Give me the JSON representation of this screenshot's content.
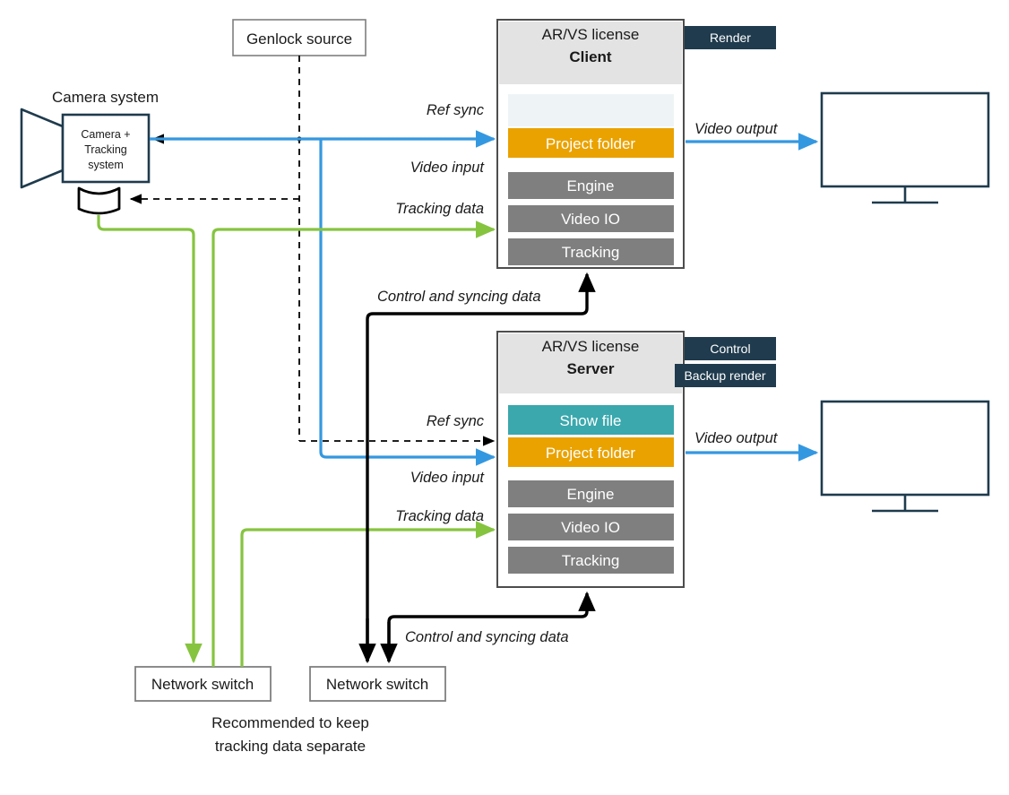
{
  "diagram": {
    "title": "AR/VS license Client-Server video and tracking topology",
    "colors": {
      "navy_badge": "#1f3b4d",
      "orange_project_folder": "#eaa200",
      "teal_show_file": "#3aa8ad",
      "grey_module": "#7f7f7f",
      "header_grey": "#e3e3e3",
      "empty_slot": "#eef4f5",
      "blue_video": "#3498e0",
      "green_tracking": "#86c440",
      "black_control": "#000000",
      "outline_dark": "#1f3b4d",
      "outline_grey": "#7f7f7f"
    }
  },
  "camera_system": {
    "label": "Camera system",
    "body_line1": "Camera +",
    "body_line2": "Tracking",
    "body_line3": "system"
  },
  "genlock": {
    "label": "Genlock source"
  },
  "client": {
    "license_label": "AR/VS license",
    "role_label": "Client",
    "badges": [
      "Render"
    ],
    "rows": [
      {
        "label": "",
        "kind": "empty"
      },
      {
        "label": "Project folder",
        "kind": "orange"
      },
      {
        "label": "Engine",
        "kind": "grey"
      },
      {
        "label": "Video IO",
        "kind": "grey"
      },
      {
        "label": "Tracking",
        "kind": "grey"
      }
    ]
  },
  "server": {
    "license_label": "AR/VS license",
    "role_label": "Server",
    "badges": [
      "Control",
      "Backup render"
    ],
    "rows": [
      {
        "label": "Show file",
        "kind": "teal"
      },
      {
        "label": "Project folder",
        "kind": "orange"
      },
      {
        "label": "Engine",
        "kind": "grey"
      },
      {
        "label": "Video IO",
        "kind": "grey"
      },
      {
        "label": "Tracking",
        "kind": "grey"
      }
    ]
  },
  "network_switches": [
    {
      "label": "Network switch",
      "id": "tracking"
    },
    {
      "label": "Network switch",
      "id": "control"
    }
  ],
  "connection_labels": {
    "ref_sync_client": "Ref sync",
    "video_input_client": "Video input",
    "tracking_data_client": "Tracking data",
    "video_output_client": "Video output",
    "control_sync_client": "Control and syncing data",
    "ref_sync_server": "Ref sync",
    "video_input_server": "Video input",
    "tracking_data_server": "Tracking data",
    "video_output_server": "Video output",
    "control_sync_server": "Control and syncing data"
  },
  "footnote": {
    "line1": "Recommended to keep",
    "line2": "tracking data separate"
  }
}
